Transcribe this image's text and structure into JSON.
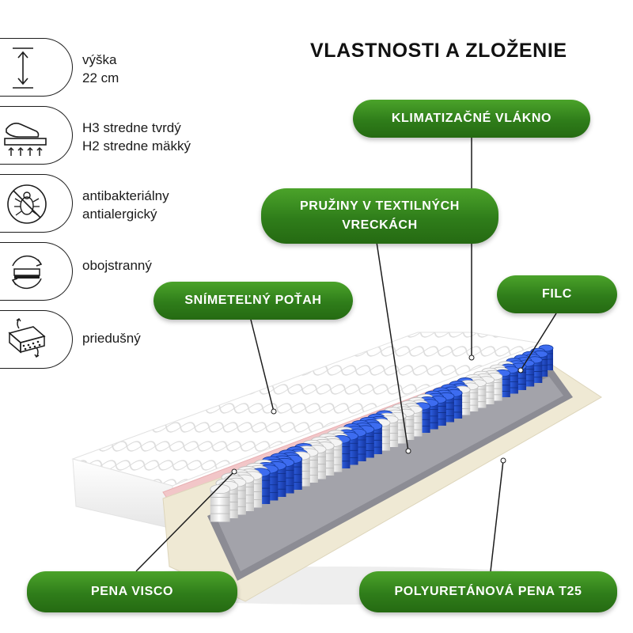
{
  "title": "VLASTNOSTI A ZLOŽENIE",
  "features": [
    {
      "icon": "height-arrow-icon",
      "lines": [
        "výška",
        "22 cm"
      ]
    },
    {
      "icon": "firmness-icon",
      "lines": [
        "H3 stredne tvrdý",
        "H2 stredne mäkký"
      ]
    },
    {
      "icon": "no-mite-icon",
      "lines": [
        "antibakteriálny",
        "antialergický"
      ]
    },
    {
      "icon": "reversible-icon",
      "lines": [
        "obojstranný"
      ]
    },
    {
      "icon": "breathable-icon",
      "lines": [
        "priedušný"
      ]
    }
  ],
  "labels": {
    "klimatizacne": "KLIMATIZAČNÉ VLÁKNO",
    "pruziny_1": "PRUŽINY V TEXTILNÝCH",
    "pruziny_2": "VRECKÁCH",
    "snimetelny": "SNÍMETEĽNÝ POŤAH",
    "filc": "FILC",
    "pena_visco": "PENA VISCO",
    "polyuretanova": "POLYURETÁNOVÁ PENA T25"
  },
  "colors": {
    "label_green": "#2f7d1a",
    "spring_blue": "#1f4fd0",
    "visco_pink": "#f2c6c8",
    "foam_cream": "#efe9d4"
  }
}
